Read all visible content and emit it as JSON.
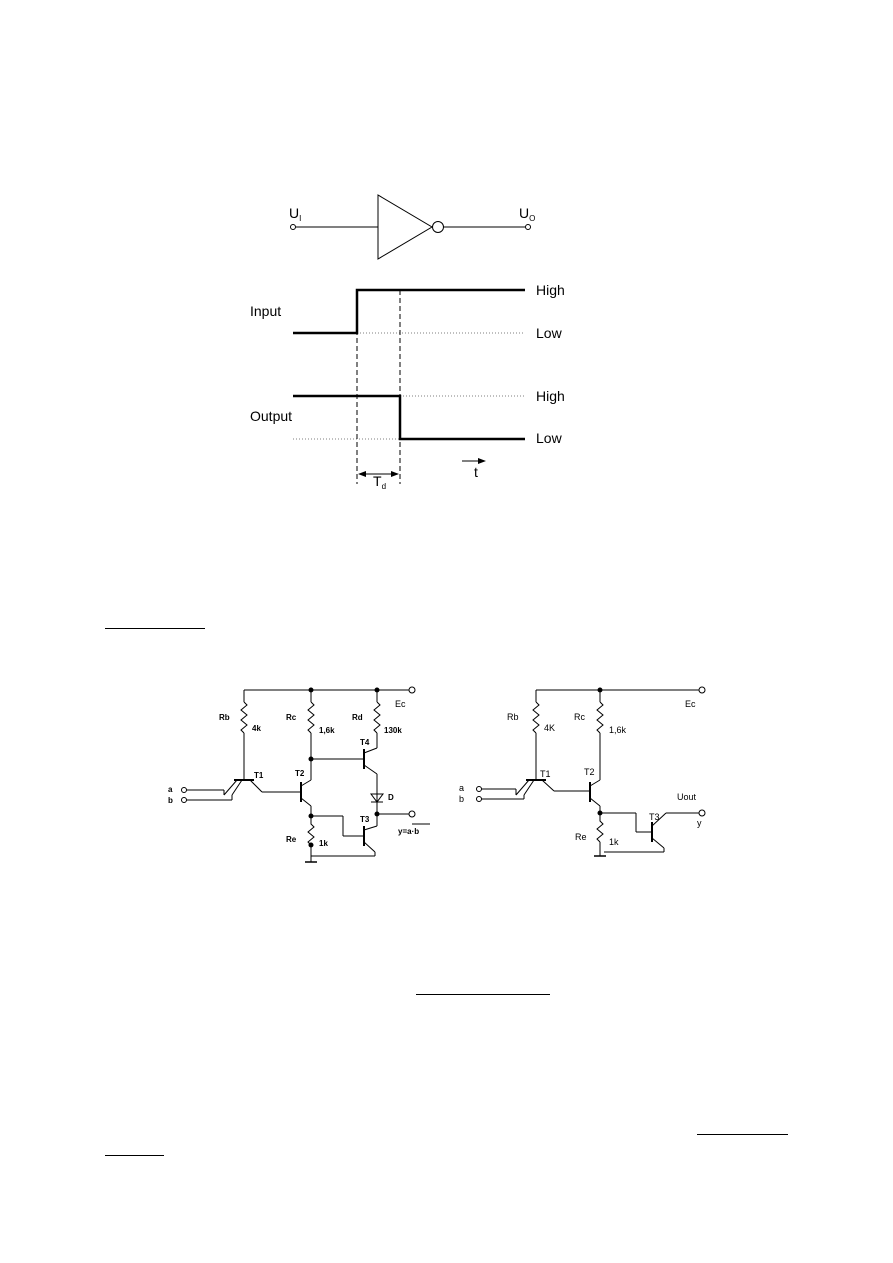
{
  "inverter": {
    "input_label": "U",
    "input_sub": "I",
    "output_label": "U",
    "output_sub": "O"
  },
  "timing": {
    "input_label": "Input",
    "output_label": "Output",
    "high": "High",
    "low": "Low",
    "delay_label": "T",
    "delay_sub": "d",
    "time_label": "t"
  },
  "circuit_left": {
    "rb": "Rb",
    "rb_val": "4k",
    "rc": "Rc",
    "rc_val": "1,6k",
    "rd": "Rd",
    "rd_val": "130k",
    "re": "Re",
    "re_val": "1k",
    "t1": "T1",
    "t2": "T2",
    "t3": "T3",
    "t4": "T4",
    "diode": "D",
    "supply": "Ec",
    "in_a": "a",
    "in_b": "b",
    "output": "y=a·b"
  },
  "circuit_right": {
    "rb": "Rb",
    "rb_val": "4K",
    "rc": "Rc",
    "rc_val": "1,6k",
    "re": "Re",
    "re_val": "1k",
    "t1": "T1",
    "t2": "T2",
    "t3": "T3",
    "supply": "Ec",
    "in_a": "a",
    "in_b": "b",
    "uout": "Uout",
    "y": "y"
  }
}
